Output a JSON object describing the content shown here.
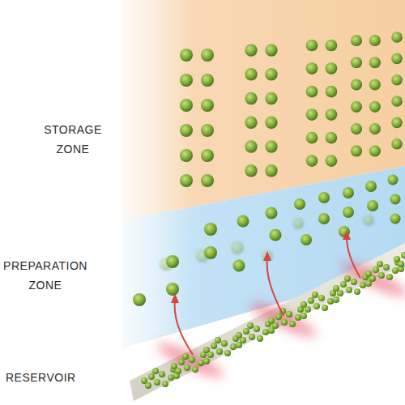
{
  "diagram": {
    "labels": [
      "STORAGE ZONE",
      "PREPARATION ZONE",
      "RESERVOIR"
    ]
  }
}
